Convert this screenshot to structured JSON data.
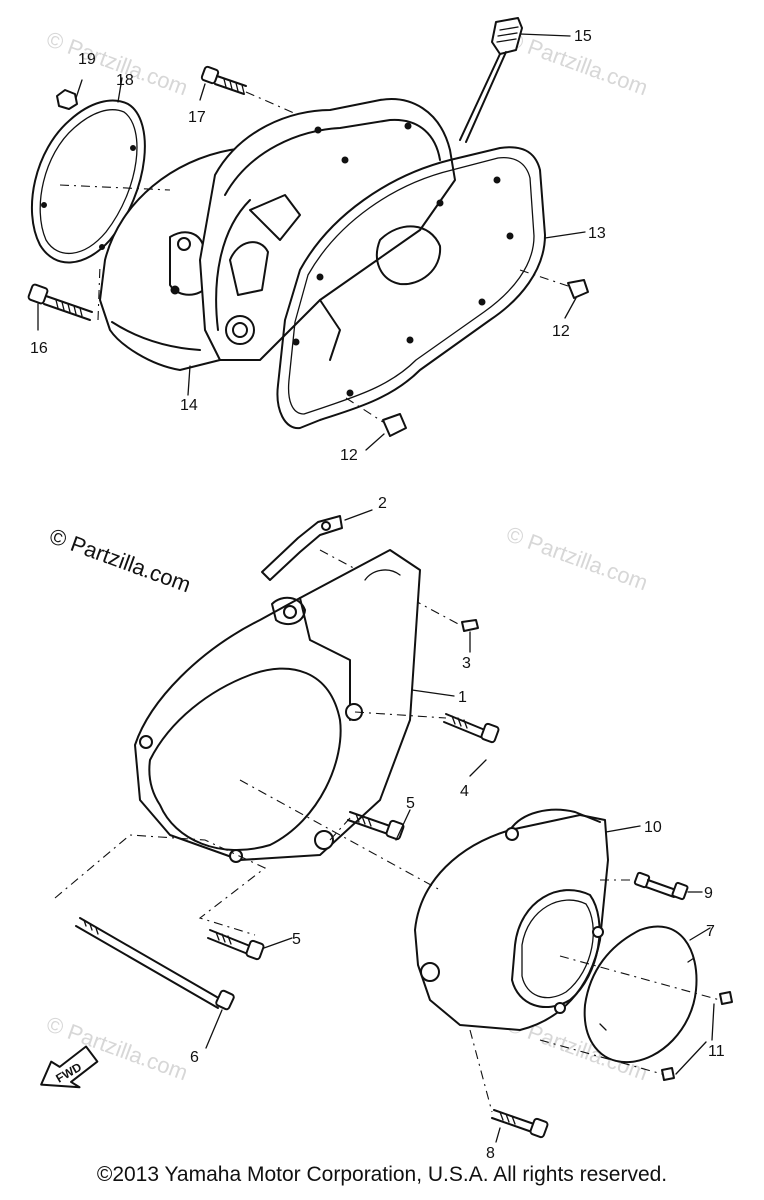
{
  "watermarks": {
    "main": "© Partzilla.com",
    "faint": "© Partzilla.com"
  },
  "fwd_label": "FWD",
  "callouts": {
    "p1": "1",
    "p2": "2",
    "p3": "3",
    "p4": "4",
    "p5a": "5",
    "p5b": "5",
    "p6": "6",
    "p7": "7",
    "p8": "8",
    "p9": "9",
    "p10": "10",
    "p11": "11",
    "p12a": "12",
    "p12b": "12",
    "p13": "13",
    "p14": "14",
    "p15": "15",
    "p16": "16",
    "p17": "17",
    "p18": "18",
    "p19": "19"
  },
  "copyright": "©2013  Yamaha Motor Corporation, U.S.A. All rights reserved."
}
